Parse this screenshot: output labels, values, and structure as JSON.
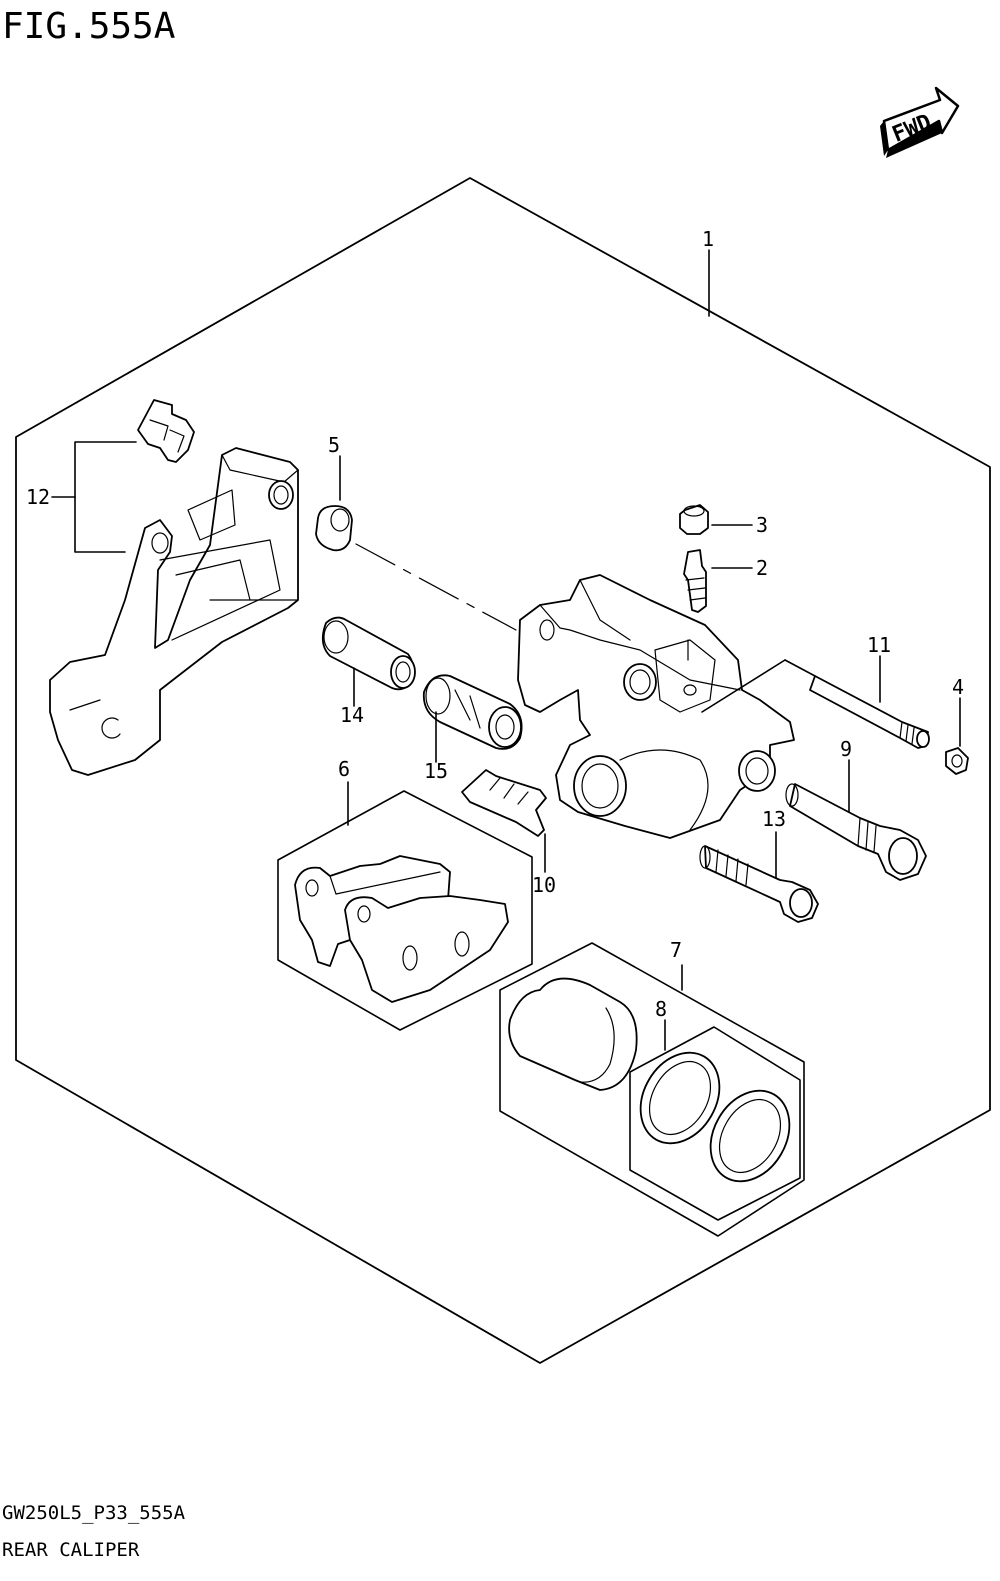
{
  "figure": {
    "title": "FIG.555A"
  },
  "direction_badge": {
    "label": "FWD",
    "icon": "forward-arrow-icon"
  },
  "footer": {
    "code": "GW250L5_P33_555A",
    "caption": "REAR CALIPER"
  },
  "callouts": {
    "c1": "1",
    "c2": "2",
    "c3": "3",
    "c4": "4",
    "c5": "5",
    "c6": "6",
    "c7": "7",
    "c8": "8",
    "c9": "9",
    "c10": "10",
    "c11": "11",
    "c12": "12",
    "c13": "13",
    "c14": "14",
    "c15": "15"
  }
}
